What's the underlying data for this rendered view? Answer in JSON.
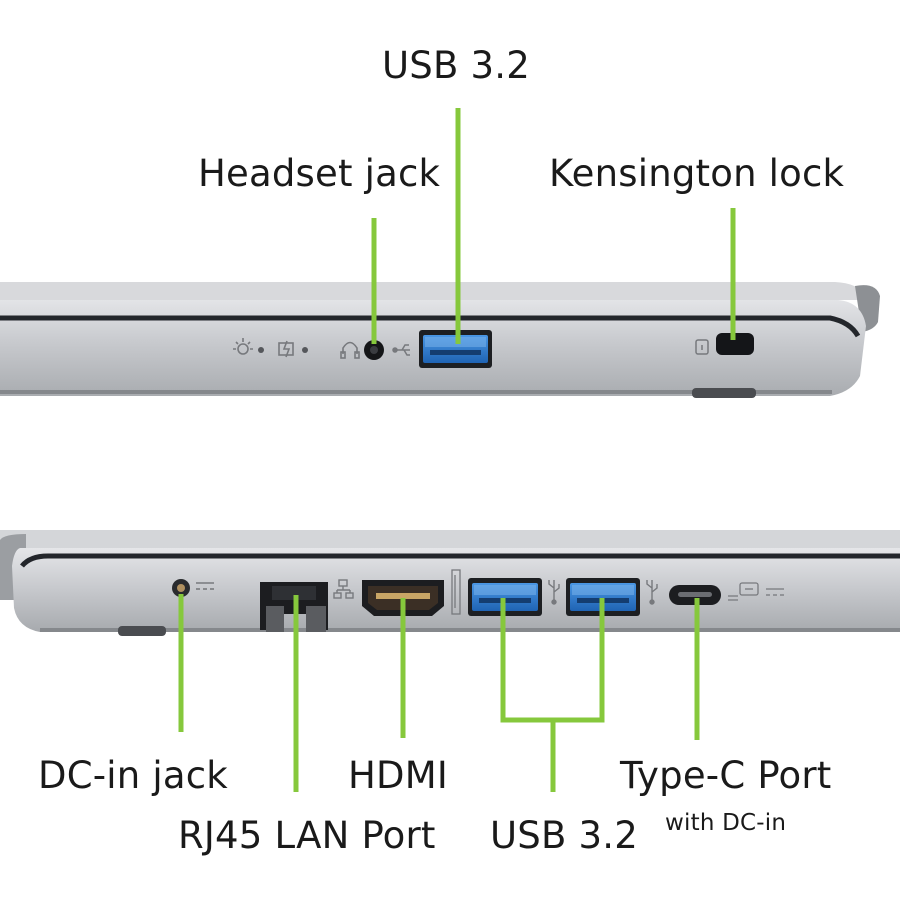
{
  "colors": {
    "callout": "#86c83c",
    "chassis": "#c9cbcf",
    "chassis_dark": "#8f9296",
    "seam": "#2a2c30",
    "usb_blue": "#2f7fd0",
    "text": "#1a1a1a"
  },
  "top_view": {
    "labels": {
      "usb": "USB 3.2",
      "headset": "Headset jack",
      "kensington": "Kensington lock"
    },
    "icons": [
      "power-indicator-icon",
      "battery-indicator-icon",
      "headset-icon",
      "usb-symbol-icon",
      "kensington-icon"
    ]
  },
  "bottom_view": {
    "labels": {
      "dc_in": "DC-in jack",
      "rj45": "RJ45 LAN Port",
      "hdmi": "HDMI",
      "usb": "USB 3.2",
      "typec": "Type-C Port",
      "typec_sub": "with DC-in"
    },
    "icons": [
      "dc-in-icon",
      "lan-icon",
      "hdmi-icon",
      "usb-symbol-icon",
      "usb-symbol-icon",
      "usb-c-dc-icon"
    ]
  }
}
